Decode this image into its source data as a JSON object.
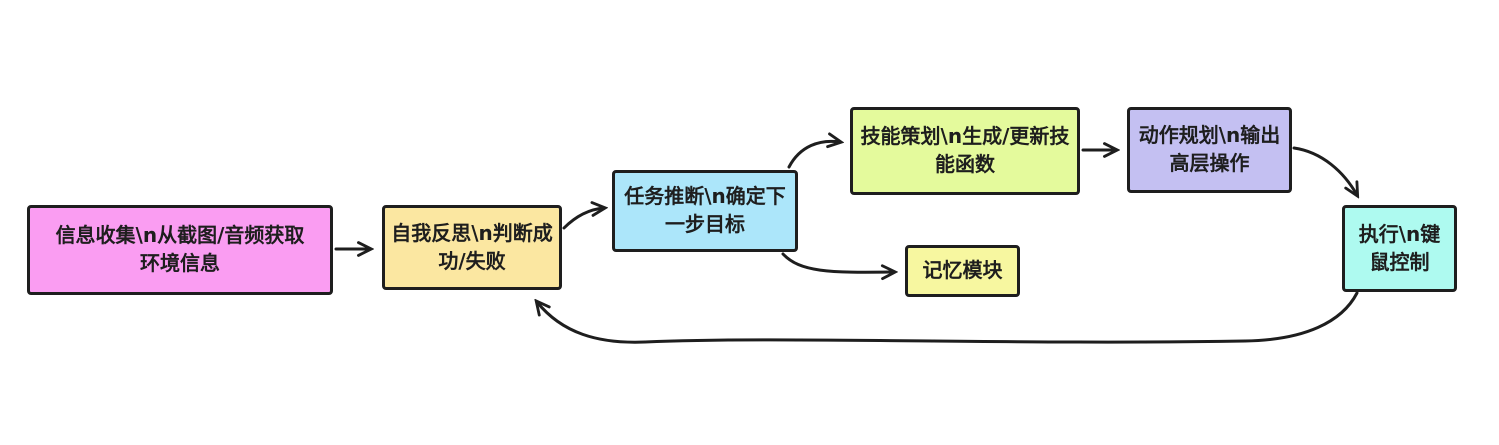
{
  "diagram": {
    "background": "#ffffff",
    "stroke_color": "#1e1e1e",
    "nodes": [
      {
        "id": "info-collection",
        "label": "信息收集\\n从截图/音频获取环境信息",
        "fill": "#fa9df2"
      },
      {
        "id": "self-reflection",
        "label": "自我反思\\n判断成功/失败",
        "fill": "#fbe7a1"
      },
      {
        "id": "task-inference",
        "label": "任务推断\\n确定下一步目标",
        "fill": "#ace6fa"
      },
      {
        "id": "skill-curation",
        "label": "技能策划\\n生成/更新技能函数",
        "fill": "#e4fa9c"
      },
      {
        "id": "action-planning",
        "label": "动作规划\\n输出高层操作",
        "fill": "#c4c0f2"
      },
      {
        "id": "execution",
        "label": "执行\\n键鼠控制",
        "fill": "#aefaf0"
      },
      {
        "id": "memory-module",
        "label": "记忆模块",
        "fill": "#f7f7a0"
      }
    ],
    "edges": [
      {
        "from": "info-collection",
        "to": "self-reflection"
      },
      {
        "from": "self-reflection",
        "to": "task-inference"
      },
      {
        "from": "task-inference",
        "to": "skill-curation"
      },
      {
        "from": "task-inference",
        "to": "memory-module"
      },
      {
        "from": "skill-curation",
        "to": "action-planning"
      },
      {
        "from": "action-planning",
        "to": "execution"
      },
      {
        "from": "execution",
        "to": "self-reflection"
      }
    ]
  }
}
